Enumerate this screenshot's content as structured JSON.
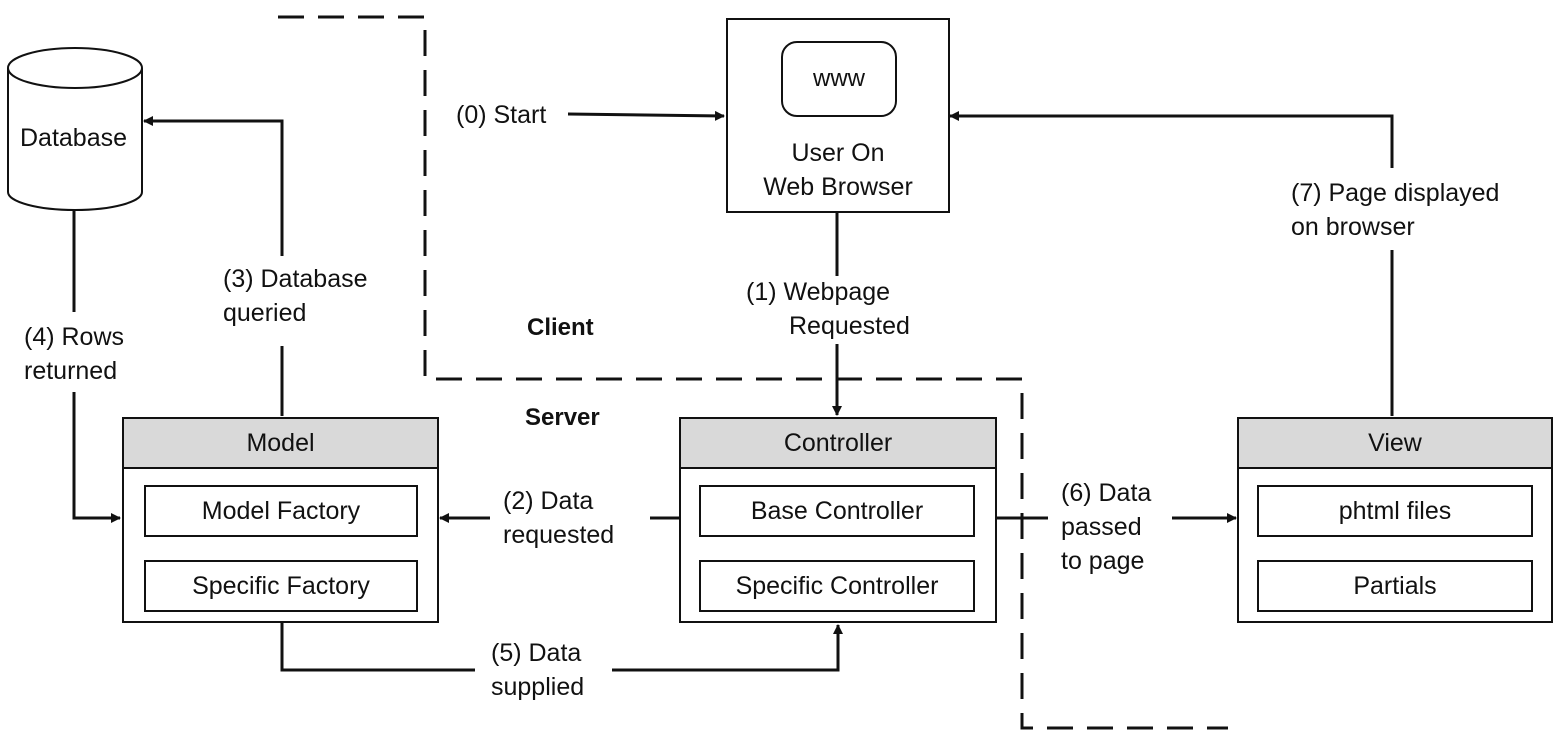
{
  "database": {
    "label": "Database"
  },
  "browser": {
    "icon_label": "www",
    "line1": "User On",
    "line2": "Web Browser"
  },
  "regions": {
    "client": "Client",
    "server": "Server"
  },
  "model": {
    "title": "Model",
    "items": [
      "Model Factory",
      "Specific Factory"
    ]
  },
  "controller": {
    "title": "Controller",
    "items": [
      "Base Controller",
      "Specific Controller"
    ]
  },
  "view": {
    "title": "View",
    "items": [
      "phtml files",
      "Partials"
    ]
  },
  "steps": {
    "s0": [
      "(0) Start"
    ],
    "s1": [
      "(1)  Webpage",
      "Requested"
    ],
    "s2": [
      "(2) Data",
      "requested"
    ],
    "s3": [
      "(3) Database",
      "queried"
    ],
    "s4": [
      "(4) Rows",
      "returned"
    ],
    "s5": [
      "(5) Data",
      "supplied"
    ],
    "s6": [
      "(6) Data",
      "passed",
      "to page"
    ],
    "s7": [
      "(7) Page displayed",
      "on browser"
    ]
  }
}
